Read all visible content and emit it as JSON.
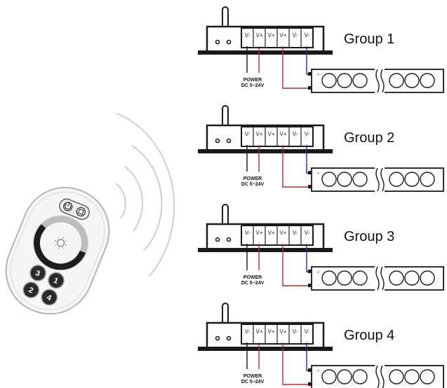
{
  "colors": {
    "v_plus_wire": "#c0282a",
    "v_minus_wire": "#1a2fb0",
    "outline": "#1a1a1a",
    "remote_body": "#f2f2f2",
    "signal_arc": "#cfcfcf"
  },
  "remote": {
    "icons": [
      "power-icon",
      "mode-icon",
      "brightness-icon",
      "zone-1-icon",
      "zone-2-icon",
      "zone-3-icon",
      "zone-4-icon"
    ],
    "zone_buttons": [
      "1",
      "2",
      "3",
      "4"
    ]
  },
  "controller": {
    "terminals": [
      "V-",
      "V+",
      "V+",
      "V+",
      "V-",
      "V-"
    ],
    "power_label": "POWER",
    "power_spec": "DC 5~24V"
  },
  "strip": {
    "plus_sign": "+",
    "minus_sign": "-"
  },
  "groups": [
    {
      "label": "Group 1"
    },
    {
      "label": "Group 2"
    },
    {
      "label": "Group 3"
    },
    {
      "label": "Group 4"
    }
  ]
}
